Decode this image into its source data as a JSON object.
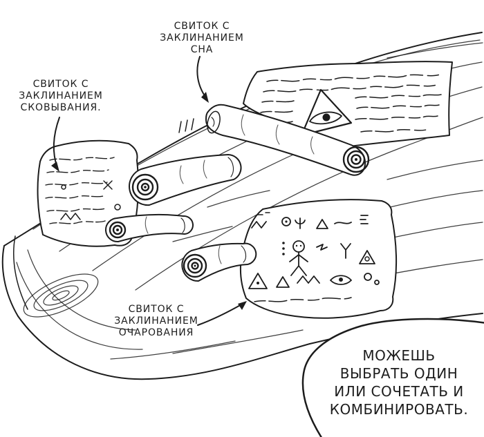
{
  "labels": {
    "sleep": {
      "lines": [
        "СВИТОК С",
        "ЗАКЛИНАНИЕМ",
        "СНА"
      ]
    },
    "binding": {
      "lines": [
        "СВИТОК С",
        "ЗАКЛИНАНИЕМ",
        "СКОВЫВАНИЯ."
      ]
    },
    "charm": {
      "lines": [
        "СВИТОК С",
        "ЗАКЛИНАНИЕМ",
        "ОЧАРОВАНИЯ"
      ]
    }
  },
  "speech_bubble": {
    "lines": [
      "МОЖЕШЬ",
      "ВЫБРАТЬ ОДИН",
      "ИЛИ СОЧЕТАТЬ И",
      "КОМБИНИРОВАТЬ."
    ]
  },
  "icons": {
    "sleep_scroll_symbol": "eye-in-triangle"
  },
  "colors": {
    "ink": "#1c1c1c",
    "paper": "#ffffff"
  }
}
